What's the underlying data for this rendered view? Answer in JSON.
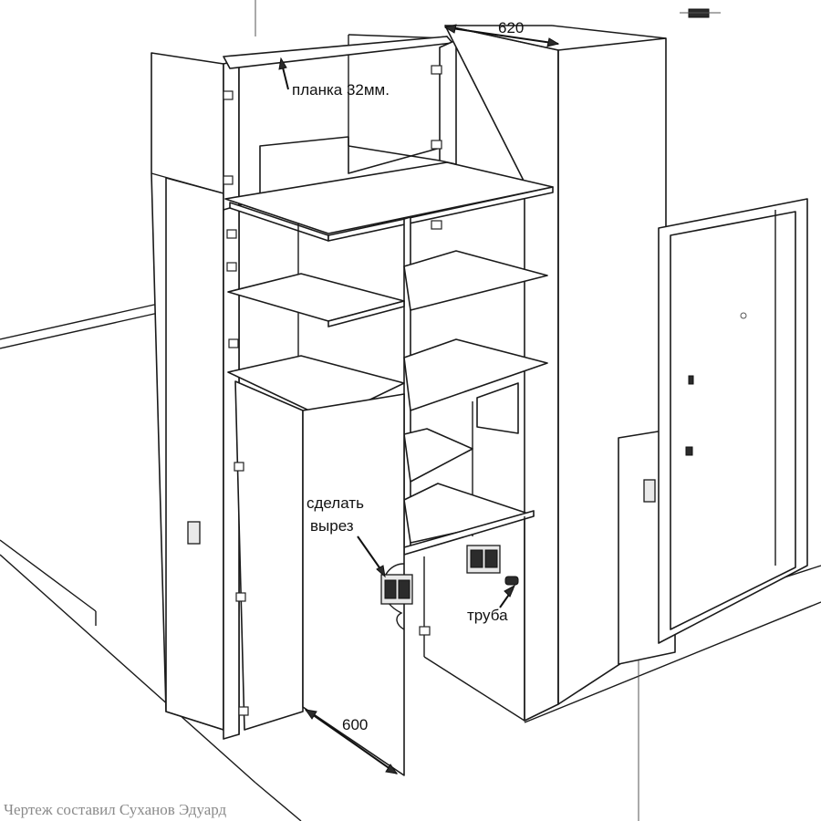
{
  "colors": {
    "line": "#1a1a1a",
    "paper": "#ffffff",
    "credit": "#8a8a8a"
  },
  "labels": {
    "depth_top": "620",
    "strip": "планка 32мм.",
    "cutout_line1": "сделать",
    "cutout_line2": "вырез",
    "pipe": "труба",
    "depth_bottom": "600"
  },
  "credit": "Чертеж составил Суханов Эдуард",
  "icons": [
    "hinge-icon",
    "wall-switch-icon",
    "double-socket-icon",
    "pipe-icon",
    "ceiling-light-icon",
    "door-peephole-icon"
  ]
}
